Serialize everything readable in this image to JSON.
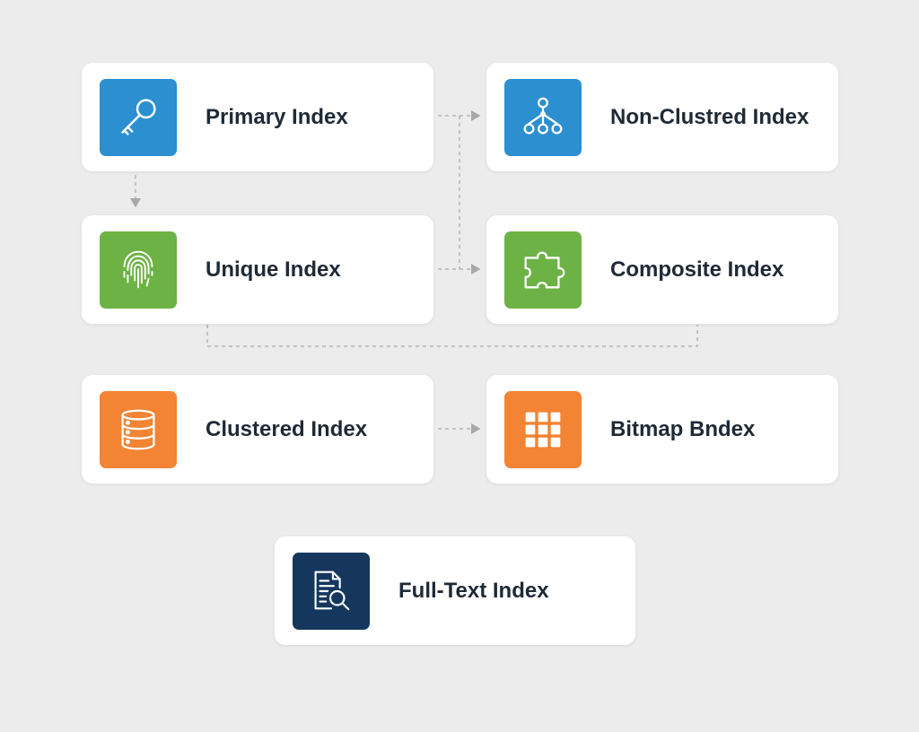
{
  "diagram": {
    "nodes": [
      {
        "id": "primary",
        "label": "Primary Index",
        "icon": "key-icon",
        "color": "#2b8fd0"
      },
      {
        "id": "nonclustered",
        "label": "Non-Clustred Index",
        "icon": "hierarchy-icon",
        "color": "#2b8fd0"
      },
      {
        "id": "unique",
        "label": "Unique Index",
        "icon": "fingerprint-icon",
        "color": "#6db244"
      },
      {
        "id": "composite",
        "label": "Composite Index",
        "icon": "puzzle-icon",
        "color": "#6db244"
      },
      {
        "id": "clustered",
        "label": "Clustered Index",
        "icon": "database-icon",
        "color": "#f28433"
      },
      {
        "id": "bitmap",
        "label": "Bitmap Bndex",
        "icon": "grid-icon",
        "color": "#f28433"
      },
      {
        "id": "fulltext",
        "label": "Full-Text Index",
        "icon": "document-search-icon",
        "color": "#15375e"
      }
    ],
    "edges": [
      {
        "from": "primary",
        "to": "nonclustered",
        "style": "dashed-arrow"
      },
      {
        "from": "primary",
        "to": "unique",
        "style": "dashed-arrow"
      },
      {
        "from": "unique",
        "to": "composite",
        "style": "dashed-arrow"
      },
      {
        "from": "unique",
        "to": "composite",
        "style": "dashed-line-below"
      },
      {
        "from": "clustered",
        "to": "bitmap",
        "style": "dashed-arrow"
      }
    ]
  }
}
